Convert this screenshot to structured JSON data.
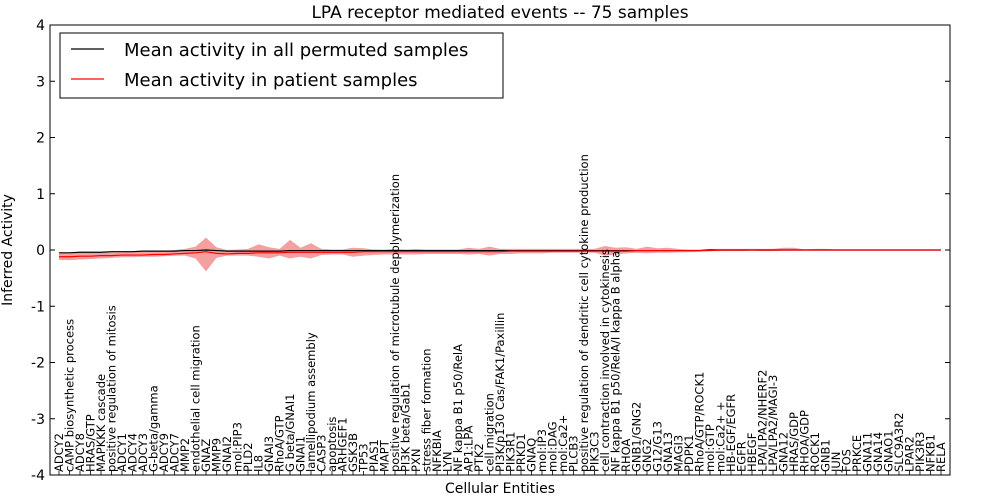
{
  "chart_data": {
    "type": "line",
    "title": "LPA receptor mediated events -- 75 samples",
    "xlabel": "Cellular Entities",
    "ylabel": "Inferred Activity",
    "ylim": [
      -4,
      4
    ],
    "yticks": [
      -4,
      -3,
      -2,
      -1,
      0,
      1,
      2,
      3,
      4
    ],
    "grid": false,
    "legend_position": "top-left",
    "categories": [
      "ADCY2",
      "cAMP biosynthetic process",
      "ADCY8",
      "HRAS/GTP",
      "MAPKKK cascade",
      "positive regulation of mitosis",
      "ADCY1",
      "ADCY4",
      "ADCY3",
      "G-beta/gamma",
      "ADCY9",
      "ADCY7",
      "MMP2",
      "endothelial cell migration",
      "GNAZ",
      "MMP9",
      "GNAI2",
      "mol:PIP3",
      "PLD2",
      "IL8",
      "GNAI3",
      "RhoA/GTP",
      "G beta/GNAI1",
      "GNAI1",
      "lamellipodium assembly",
      "CASP3",
      "apoptosis",
      "ARHGEF1",
      "GSK3B",
      "TP53",
      "PIAS1",
      "MAPT",
      "positive regulation of microtubule depolymerization",
      "PI3K beta/Gab1",
      "PXN",
      "stress fiber formation",
      "NFKBIA",
      "LYN",
      "NF kappa B1 p50/RelA",
      "AP1:LPA",
      "PTK2",
      "cell migration",
      "PI3K/p130 Cas/FAK1/Paxillin",
      "PIK3R1",
      "PRKD1",
      "GNAQ",
      "mol:IP3",
      "mol:DAG",
      "mol:Ca2+",
      "PLCB3",
      "positive regulation of dendritic cell cytokine production",
      "PIK3C3",
      "cell contraction involved in cytokinesis",
      "NF kappa B1 p50/RelA/I kappa B alpha",
      "RHOA",
      "GNB1/GNG2",
      "GNG2",
      "G12/G13",
      "GNA13",
      "MAGI3",
      "PDPK1",
      "RhoA/GTP/ROCK1",
      "mol:GTP",
      "mol:Ca2+ +",
      "HB-EGF/EGFR",
      "EGFR",
      "HBEGF",
      "LPA/LPA2/NHERF2",
      "LPA/LPA2/MAGI-3",
      "GNA12",
      "HRAS/GDP",
      "RHOA/GDP",
      "ROCK1",
      "GNB1",
      "JUN",
      "FOS",
      "PRKCE",
      "GNA11",
      "GNA14",
      "GNAO1",
      "SLC9A3R2",
      "LPAR2",
      "PIK3R3",
      "NFKB1",
      "RELA"
    ],
    "series": [
      {
        "name": "Mean activity in all permuted samples",
        "color": "#000000",
        "values": [
          -0.05,
          -0.05,
          -0.04,
          -0.04,
          -0.04,
          -0.03,
          -0.03,
          -0.03,
          -0.02,
          -0.02,
          -0.02,
          -0.02,
          -0.01,
          -0.01,
          0.0,
          -0.01,
          -0.02,
          -0.02,
          -0.02,
          -0.02,
          -0.02,
          -0.02,
          -0.01,
          -0.01,
          -0.01,
          -0.01,
          -0.01,
          -0.01,
          -0.01,
          -0.01,
          -0.01,
          -0.01,
          -0.01,
          -0.01,
          -0.01,
          -0.01,
          -0.01,
          -0.01,
          -0.01,
          -0.01,
          -0.01,
          -0.01,
          -0.01,
          -0.01,
          -0.01,
          -0.01,
          -0.01,
          -0.01,
          -0.01,
          -0.01,
          -0.01,
          -0.01,
          -0.01,
          -0.01,
          -0.01,
          -0.01,
          -0.01,
          -0.01,
          -0.01,
          -0.01,
          -0.01,
          -0.01,
          0.0,
          0.0,
          0.0,
          0.0,
          0.0,
          0.0,
          0.0,
          0.0,
          0.0,
          0.0,
          0.0,
          0.0,
          0.0,
          0.0,
          0.0,
          0.0,
          0.0,
          0.0,
          0.0,
          0.0,
          0.0,
          0.0,
          0.0
        ]
      },
      {
        "name": "Mean activity in patient samples",
        "color": "#ff0000",
        "band_color": "#f08080",
        "values": [
          -0.12,
          -0.12,
          -0.11,
          -0.11,
          -0.1,
          -0.1,
          -0.09,
          -0.09,
          -0.09,
          -0.08,
          -0.08,
          -0.07,
          -0.06,
          -0.05,
          -0.03,
          -0.06,
          -0.07,
          -0.06,
          -0.06,
          -0.05,
          -0.05,
          -0.05,
          -0.04,
          -0.04,
          -0.04,
          -0.04,
          -0.04,
          -0.04,
          -0.04,
          -0.03,
          -0.03,
          -0.03,
          -0.03,
          -0.03,
          -0.03,
          -0.03,
          -0.03,
          -0.03,
          -0.03,
          -0.03,
          -0.03,
          -0.03,
          -0.03,
          -0.02,
          -0.02,
          -0.02,
          -0.02,
          -0.02,
          -0.02,
          -0.02,
          -0.02,
          -0.02,
          -0.02,
          -0.02,
          -0.02,
          -0.01,
          -0.01,
          -0.01,
          -0.01,
          -0.01,
          -0.01,
          -0.01,
          -0.01,
          0.0,
          0.0,
          0.0,
          0.0,
          0.0,
          0.0,
          0.0,
          0.0,
          0.0,
          0.0,
          0.0,
          0.0,
          0.0,
          0.0,
          0.0,
          0.0,
          0.0,
          0.0,
          0.0,
          0.0,
          0.0,
          0.0
        ],
        "band_lower": [
          -0.18,
          -0.18,
          -0.17,
          -0.16,
          -0.15,
          -0.14,
          -0.13,
          -0.13,
          -0.12,
          -0.12,
          -0.11,
          -0.1,
          -0.1,
          -0.15,
          -0.38,
          -0.14,
          -0.1,
          -0.1,
          -0.1,
          -0.12,
          -0.15,
          -0.1,
          -0.15,
          -0.12,
          -0.15,
          -0.09,
          -0.08,
          -0.08,
          -0.12,
          -0.1,
          -0.09,
          -0.08,
          -0.08,
          -0.08,
          -0.08,
          -0.07,
          -0.07,
          -0.07,
          -0.07,
          -0.08,
          -0.07,
          -0.1,
          -0.07,
          -0.07,
          -0.06,
          -0.06,
          -0.06,
          -0.05,
          -0.05,
          -0.05,
          -0.05,
          -0.05,
          -0.1,
          -0.08,
          -0.06,
          -0.05,
          -0.06,
          -0.05,
          -0.05,
          -0.04,
          -0.04,
          -0.03,
          -0.02,
          -0.02,
          -0.02,
          -0.02,
          -0.01,
          -0.02,
          -0.02,
          -0.01,
          -0.01,
          -0.01,
          -0.01,
          -0.01,
          -0.01,
          -0.01,
          -0.01,
          -0.01,
          -0.01,
          -0.01,
          -0.01,
          -0.01,
          -0.01,
          -0.01,
          -0.01
        ],
        "band_upper": [
          -0.06,
          -0.06,
          -0.05,
          -0.05,
          -0.05,
          -0.04,
          -0.04,
          -0.03,
          -0.03,
          -0.02,
          -0.02,
          0.0,
          0.02,
          0.06,
          0.22,
          0.05,
          0.0,
          0.01,
          0.02,
          0.1,
          0.05,
          0.02,
          0.18,
          0.04,
          0.12,
          0.02,
          0.01,
          0.01,
          0.04,
          0.03,
          0.01,
          0.01,
          0.02,
          0.01,
          0.02,
          0.01,
          0.01,
          0.01,
          0.01,
          0.04,
          0.02,
          0.06,
          0.02,
          0.02,
          0.02,
          0.02,
          0.02,
          0.02,
          0.02,
          0.02,
          0.02,
          0.02,
          0.07,
          0.04,
          0.05,
          0.02,
          0.06,
          0.03,
          0.04,
          0.02,
          0.01,
          0.01,
          0.02,
          0.02,
          0.02,
          0.02,
          0.02,
          0.02,
          0.02,
          0.04,
          0.04,
          0.01,
          0.02,
          0.02,
          0.01,
          0.01,
          0.01,
          0.01,
          0.01,
          0.01,
          0.01,
          0.01,
          0.01,
          0.01,
          0.01
        ]
      }
    ]
  }
}
